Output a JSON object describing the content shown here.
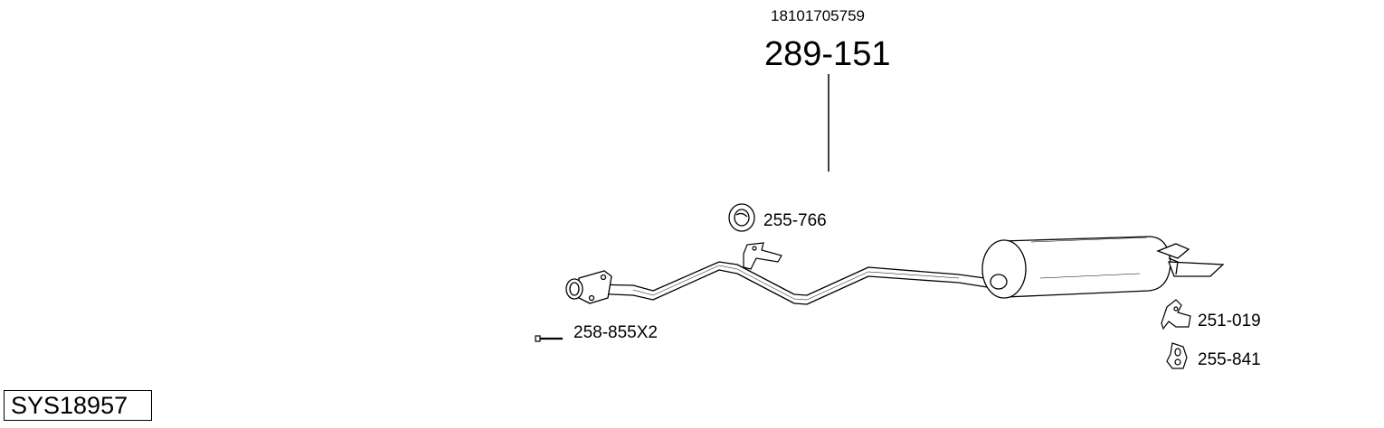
{
  "diagram": {
    "oem_number": "18101705759",
    "main_part_number": "289-151",
    "system_code": "SYS18957",
    "parts": [
      {
        "part_number": "255-766",
        "icon": "rubber-ring-icon"
      },
      {
        "part_number": "258-855X2",
        "icon": "bolt-icon"
      },
      {
        "part_number": "251-019",
        "icon": "mounting-bracket-icon"
      },
      {
        "part_number": "255-841",
        "icon": "rubber-hanger-icon"
      }
    ]
  }
}
